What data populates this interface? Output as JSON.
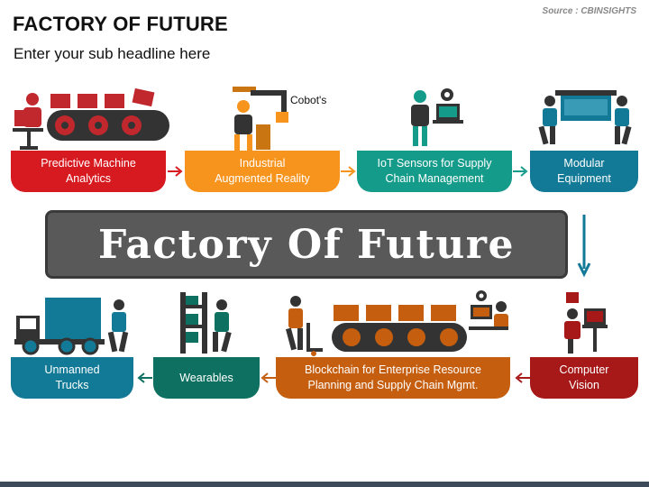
{
  "header": {
    "title": "FACTORY OF FUTURE",
    "subtitle": "Enter your sub headline here",
    "source": "Source : CBINSIGHTS"
  },
  "banner": {
    "text": "Factory Of Future"
  },
  "cobot_label": "Cobot's",
  "top_row": [
    {
      "line1": "Predictive Machine",
      "line2": "Analytics",
      "color": "#d71920"
    },
    {
      "line1": "Industrial",
      "line2": "Augmented Reality",
      "color": "#f7941d"
    },
    {
      "line1": "IoT Sensors for Supply",
      "line2": "Chain Management",
      "color": "#159b8a"
    },
    {
      "line1": "Modular",
      "line2": "Equipment",
      "color": "#127a96"
    }
  ],
  "bottom_row": [
    {
      "line1": "Unmanned",
      "line2": "Trucks",
      "color": "#127a96"
    },
    {
      "line1": "Wearables",
      "line2": "",
      "color": "#0e7060"
    },
    {
      "line1": "Blockchain for Enterprise Resource",
      "line2": "Planning and Supply Chain Mgmt.",
      "color": "#c55e0e"
    },
    {
      "line1": "Computer",
      "line2": "Vision",
      "color": "#a71919"
    }
  ]
}
